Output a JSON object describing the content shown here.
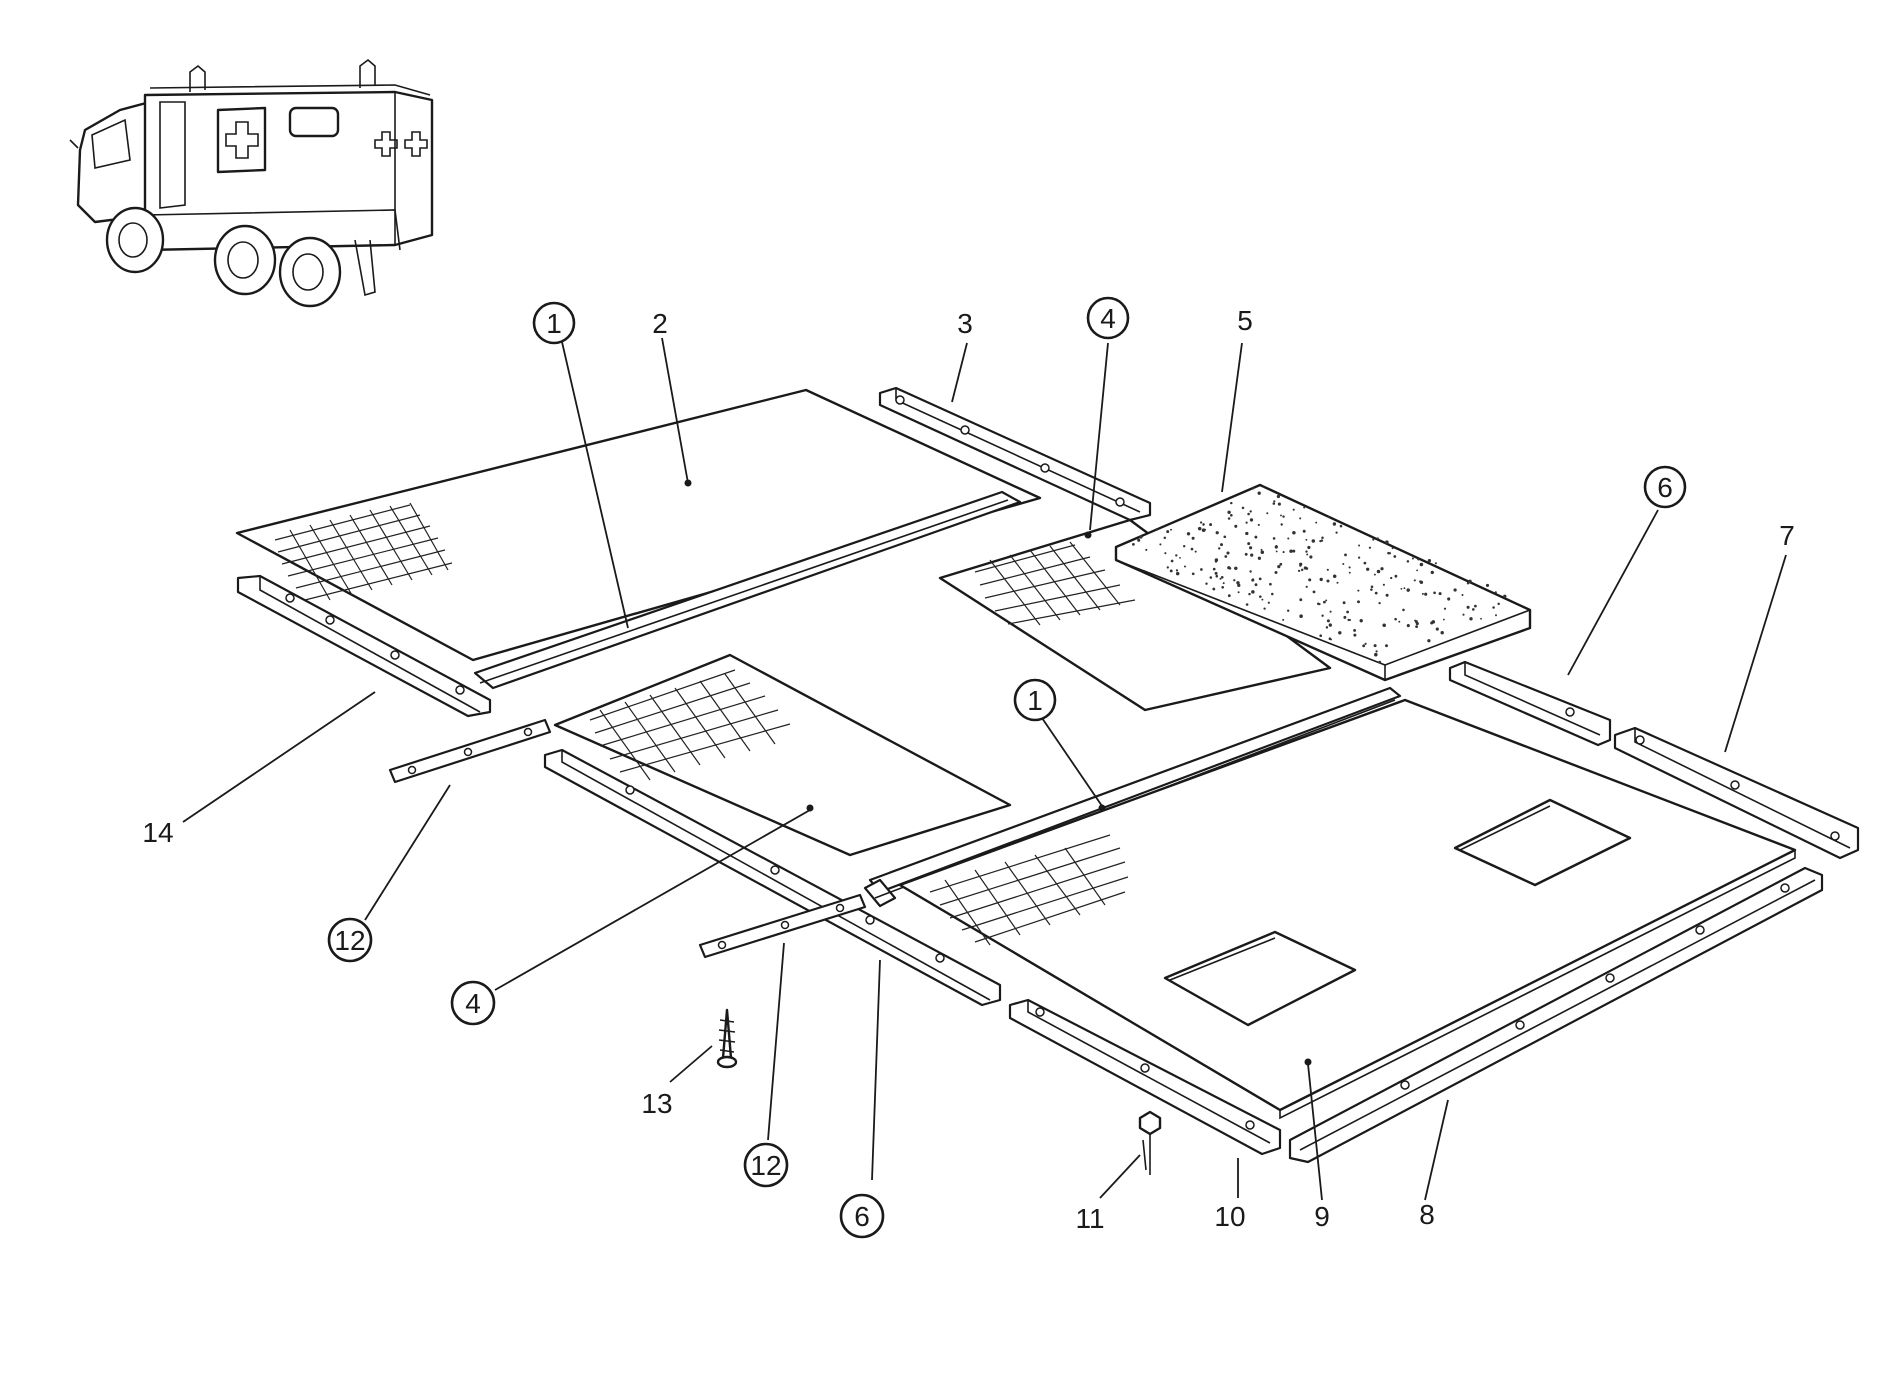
{
  "callouts": [
    {
      "id": "c1a",
      "text": "1",
      "circled": true
    },
    {
      "id": "c2",
      "text": "2",
      "circled": false
    },
    {
      "id": "c3",
      "text": "3",
      "circled": false
    },
    {
      "id": "c4a",
      "text": "4",
      "circled": true
    },
    {
      "id": "c5",
      "text": "5",
      "circled": false
    },
    {
      "id": "c6a",
      "text": "6",
      "circled": true
    },
    {
      "id": "c7",
      "text": "7",
      "circled": false
    },
    {
      "id": "c1b",
      "text": "1",
      "circled": true
    },
    {
      "id": "c14",
      "text": "14",
      "circled": false
    },
    {
      "id": "c12a",
      "text": "12",
      "circled": true
    },
    {
      "id": "c4b",
      "text": "4",
      "circled": true
    },
    {
      "id": "c13",
      "text": "13",
      "circled": false
    },
    {
      "id": "c12b",
      "text": "12",
      "circled": true
    },
    {
      "id": "c6b",
      "text": "6",
      "circled": true
    },
    {
      "id": "c11",
      "text": "11",
      "circled": false
    },
    {
      "id": "c10",
      "text": "10",
      "circled": false
    },
    {
      "id": "c9",
      "text": "9",
      "circled": false
    },
    {
      "id": "c8",
      "text": "8",
      "circled": false
    }
  ]
}
